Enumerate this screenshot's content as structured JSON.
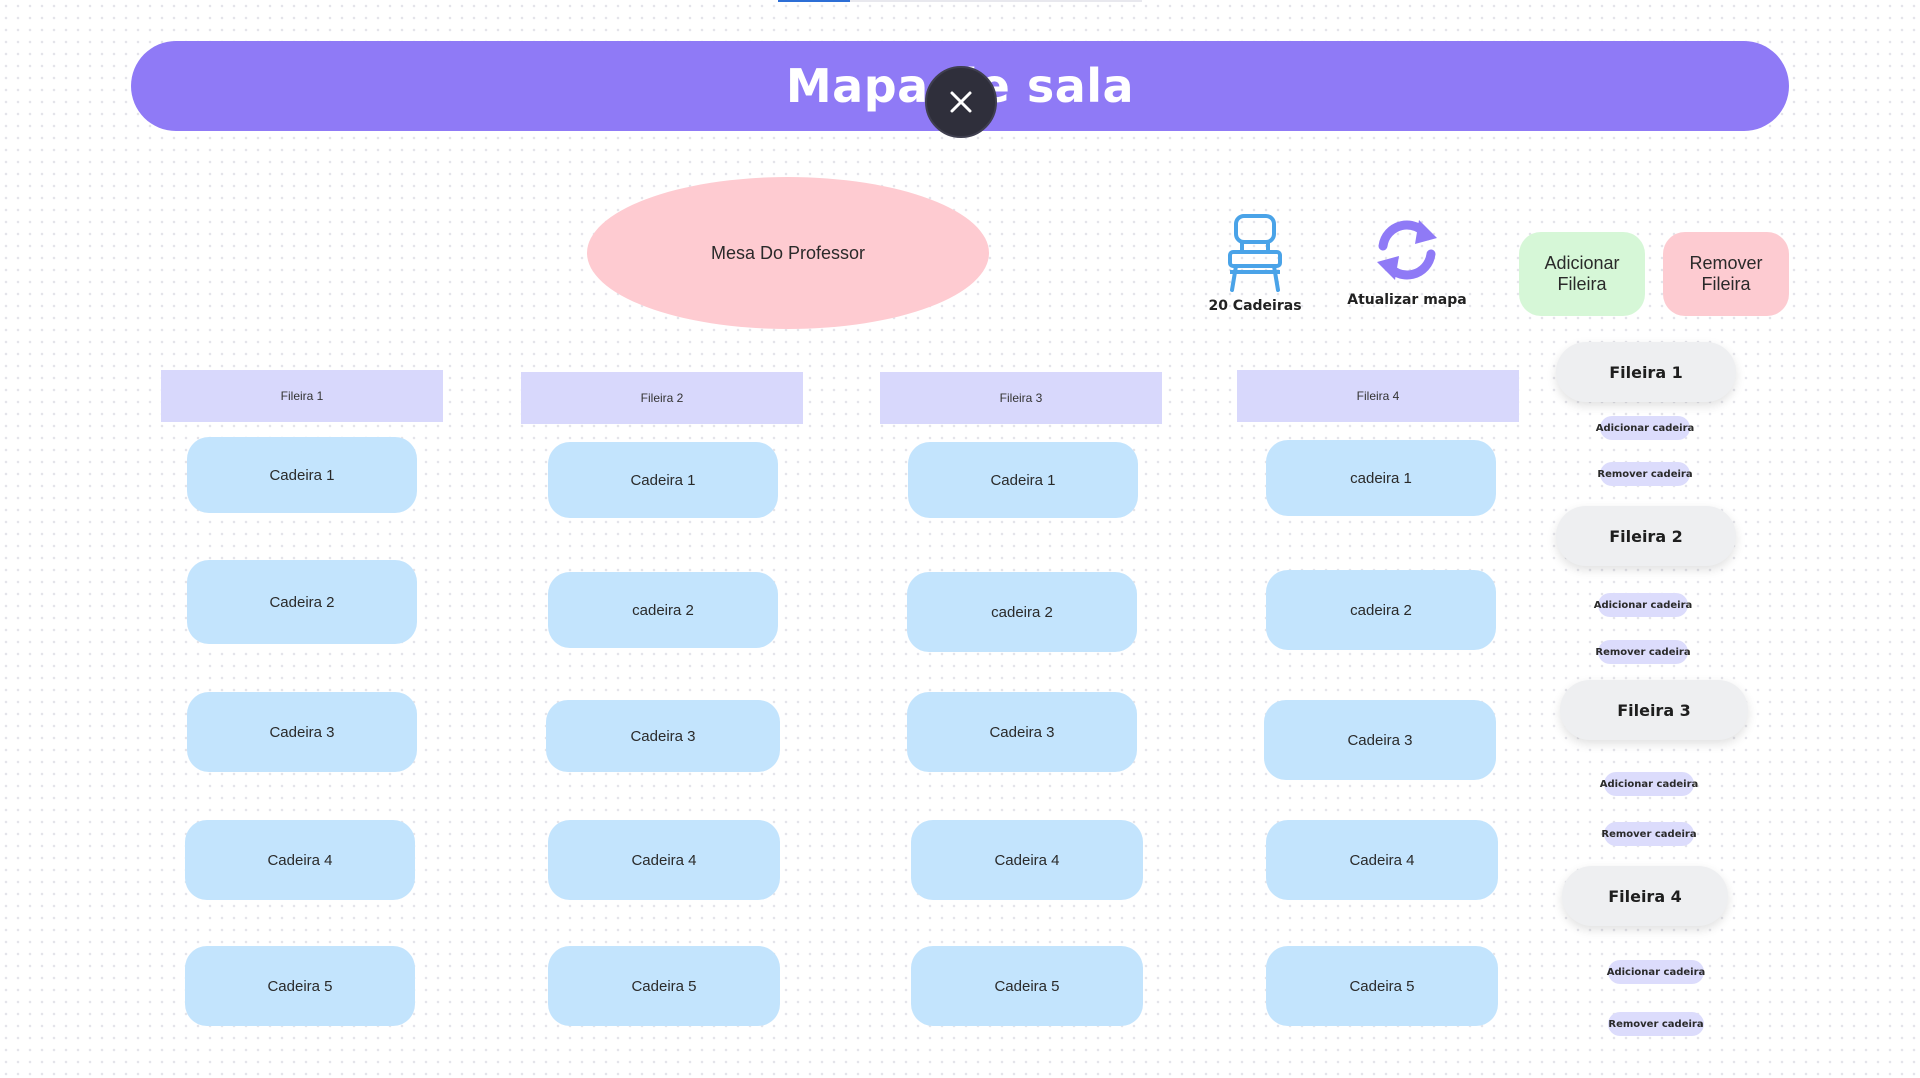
{
  "header": {
    "title": "Mapa de sala"
  },
  "teacher_desk": {
    "label": "Mesa Do Professor"
  },
  "chair_counter": {
    "label": "20 Cadeiras",
    "icon": "chair-icon"
  },
  "refresh": {
    "label": "Atualizar mapa",
    "icon": "refresh-icon"
  },
  "row_actions": {
    "add": "Adicionar Fileira",
    "remove": "Remover Fileira"
  },
  "rows": [
    {
      "title": "Fileira 1",
      "chairs": [
        "Cadeira 1",
        "Cadeira 2",
        "Cadeira 3",
        "Cadeira 4",
        "Cadeira 5"
      ]
    },
    {
      "title": "Fileira 2",
      "chairs": [
        "Cadeira 1",
        "cadeira 2",
        "Cadeira 3",
        "Cadeira 4",
        "Cadeira 5"
      ]
    },
    {
      "title": "Fileira 3",
      "chairs": [
        "Cadeira 1",
        "cadeira 2",
        "Cadeira 3",
        "Cadeira 4",
        "Cadeira 5"
      ]
    },
    {
      "title": "Fileira 4",
      "chairs": [
        "cadeira 1",
        "cadeira 2",
        "Cadeira 3",
        "Cadeira 4",
        "Cadeira 5"
      ]
    }
  ],
  "side_panel": [
    {
      "title": "Fileira 1",
      "add_chair": "Adicionar cadeira",
      "remove_chair": "Remover cadeira"
    },
    {
      "title": "Fileira 2",
      "add_chair": "Adicionar cadeira",
      "remove_chair": "Remover cadeira"
    },
    {
      "title": "Fileira 3",
      "add_chair": "Adicionar cadeira",
      "remove_chair": "Remover cadeira"
    },
    {
      "title": "Fileira 4",
      "add_chair": "Adicionar cadeira",
      "remove_chair": "Remover cadeira"
    }
  ],
  "colors": {
    "banner": "#8f7af6",
    "teacher_desk": "#fecbd1",
    "row_header": "#d8d8fc",
    "chair": "#c3e4fd",
    "add_row": "#d6f7d7",
    "remove_row": "#fdcbd1",
    "accent_icon": "#4aa3e8",
    "refresh_icon": "#8f7af6"
  }
}
